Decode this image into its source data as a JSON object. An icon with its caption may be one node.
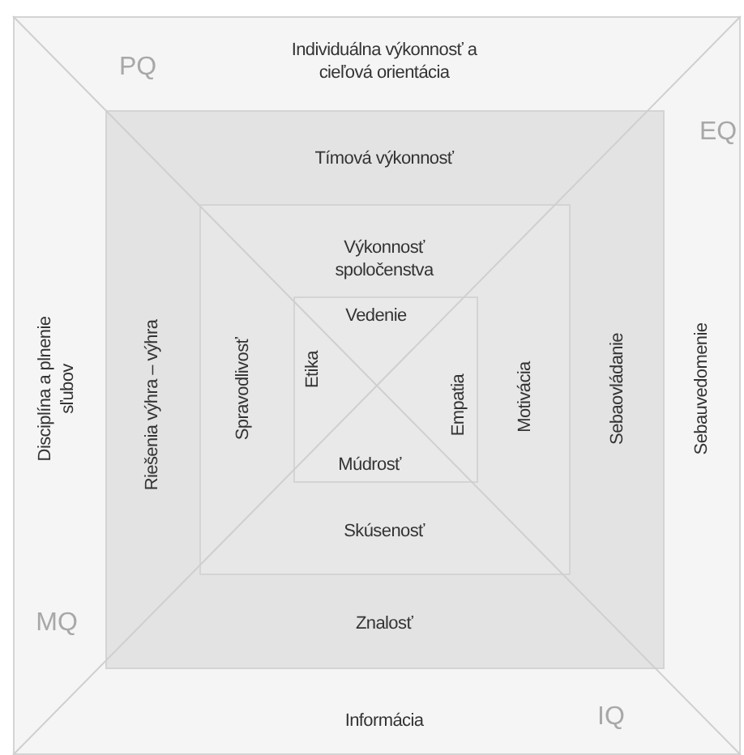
{
  "diagram": {
    "nodes": [
      {
        "text": [
          "Individuálna výkonnosť a cieľová orientácia",
          "Sebauvedomenie",
          "Informácia",
          "Disciplína a plnenie sľubov"
        ]
      },
      {
        "text": [
          "Tímová výkonnosť",
          "Sebaovládanie",
          "Znalosť",
          "Riešenia výhra – výhra"
        ],
        "in": 0
      },
      {
        "text": [
          "Výkonnosť spoločenstva",
          "Motivácia",
          "Skúsenosť",
          "Spravodlivosť"
        ],
        "in": 1
      },
      {
        "text": [
          "Vedenie",
          "Empatia",
          "Múdrosť",
          "Etika"
        ],
        "in": 2
      }
    ],
    "labels": [
      "PQ",
      "EQ",
      "MQ",
      "IQ"
    ]
  }
}
